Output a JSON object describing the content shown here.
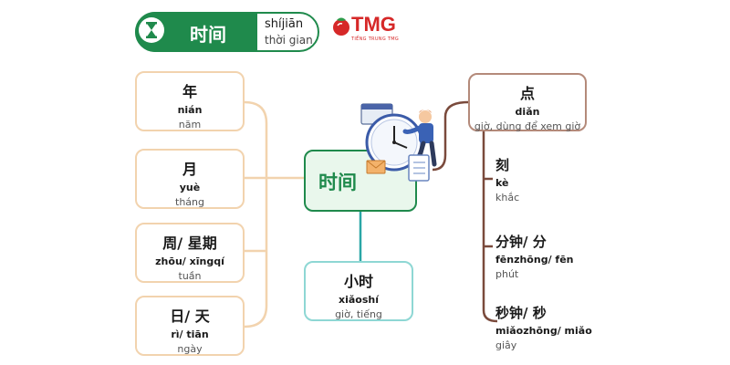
{
  "title": {
    "zh": "时间",
    "pinyin": "shíjiān",
    "vi": "thời gian"
  },
  "logo": {
    "text": "TMG",
    "subtitle": "TIẾNG TRUNG TMG"
  },
  "center": {
    "zh": "时间"
  },
  "left_items": [
    {
      "zh": "年",
      "pinyin": "nián",
      "vi": "năm"
    },
    {
      "zh": "月",
      "pinyin": "yuè",
      "vi": "tháng"
    },
    {
      "zh": "周/ 星期",
      "pinyin": "zhōu/ xīngqí",
      "vi": "tuần"
    },
    {
      "zh": "日/ 天",
      "pinyin": "rì/ tiān",
      "vi": "ngày"
    }
  ],
  "bottom_item": {
    "zh": "小时",
    "pinyin": "xiǎoshí",
    "vi": "giờ, tiếng"
  },
  "right_main": {
    "zh": "点",
    "pinyin": "diǎn",
    "vi": "giờ, dùng để xem giờ"
  },
  "right_items": [
    {
      "zh": "刻",
      "pinyin": "kè",
      "vi": "khắc"
    },
    {
      "zh": "分钟/ 分",
      "pinyin": "fēnzhōng/ fēn",
      "vi": "phút"
    },
    {
      "zh": "秒钟/ 秒",
      "pinyin": "miǎozhōng/ miǎo",
      "vi": "giây"
    }
  ],
  "colors": {
    "green": "#1f8a4c",
    "left_line": "#f2d3ae",
    "bottom_line": "#2aa6a6",
    "right_line": "#7a4a3c",
    "logo_red": "#d62828"
  },
  "icons": [
    "hourglass-icon",
    "tomato-logo-icon",
    "clock-illustration-icon"
  ]
}
